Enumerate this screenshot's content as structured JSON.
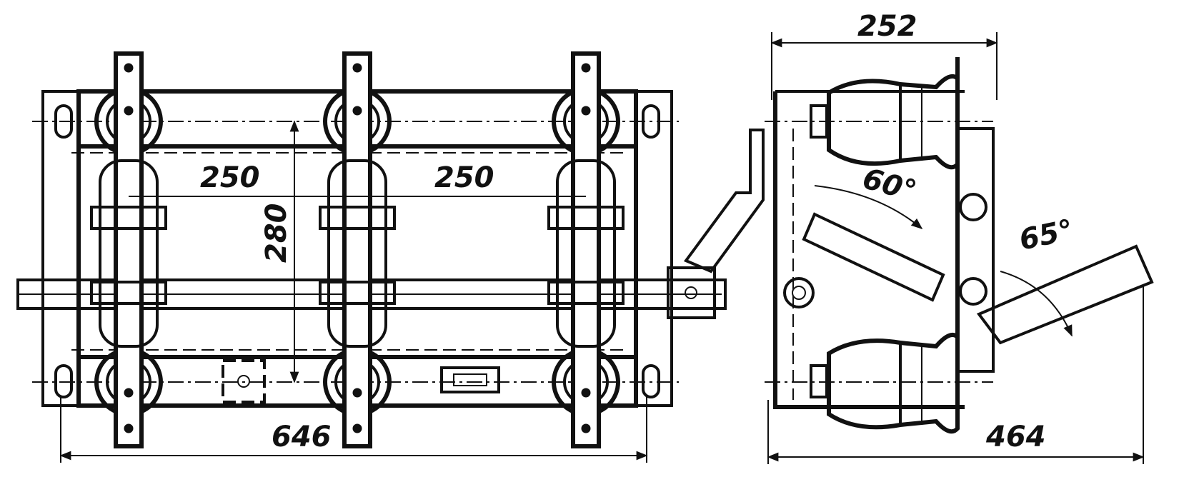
{
  "dimensions": {
    "front_spacing_left": "250",
    "front_spacing_right": "250",
    "front_height": "280",
    "front_width": "646",
    "side_top_width": "252",
    "side_bottom_width": "464",
    "angle_upper": "60°",
    "angle_lower": "65°"
  }
}
